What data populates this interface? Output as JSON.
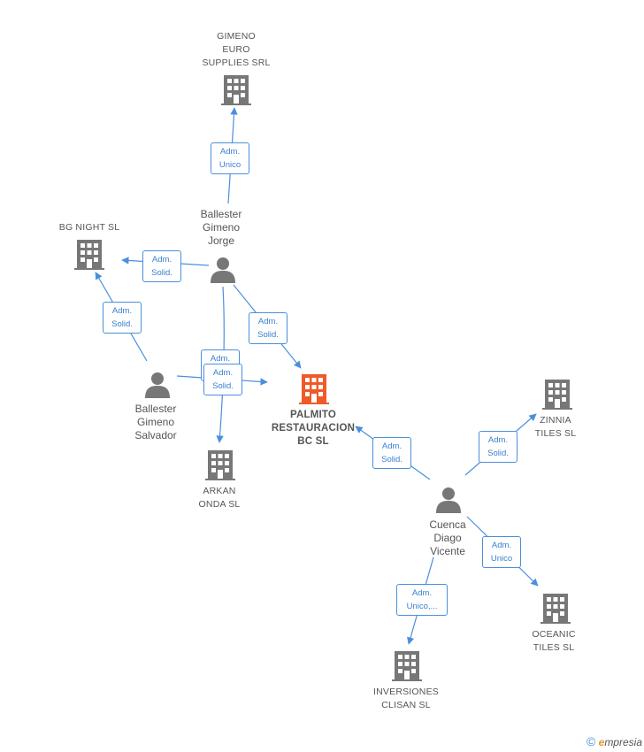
{
  "colors": {
    "edge": "#4a8fdc",
    "node": "#777777",
    "main": "#f05a28"
  },
  "nodes": {
    "gimeno_euro": {
      "label": "GIMENO\nEURO\nSUPPLIES SRL",
      "icon": "building-icon"
    },
    "bg_night": {
      "label": "BG NIGHT  SL",
      "icon": "building-icon"
    },
    "jorge": {
      "label": "Ballester\nGimeno\nJorge",
      "icon": "person-icon"
    },
    "salvador": {
      "label": "Ballester\nGimeno\nSalvador",
      "icon": "person-icon"
    },
    "palmito": {
      "label": "PALMITO\nRESTAURACION\nBC  SL",
      "icon": "building-icon"
    },
    "arkan": {
      "label": "ARKAN\nONDA  SL",
      "icon": "building-icon"
    },
    "zinnia": {
      "label": "ZINNIA\nTILES  SL",
      "icon": "building-icon"
    },
    "vicente": {
      "label": "Cuenca\nDiago\nVicente",
      "icon": "person-icon"
    },
    "oceanic": {
      "label": "OCEANIC\nTILES  SL",
      "icon": "building-icon"
    },
    "inversiones": {
      "label": "INVERSIONES\nCLISAN SL",
      "icon": "building-icon"
    }
  },
  "relations": {
    "jorge_gimeno": "Adm.\nUnico",
    "jorge_bgnight": "Adm.\nSolid.",
    "salvador_bgnight": "Adm.\nSolid.",
    "jorge_palmito": "Adm.\nSolid.",
    "jorge_arkan": "Adm.\nSolid.",
    "salvador_arkan": "Adm.\nSolid.",
    "vicente_palmito": "Adm.\nSolid.",
    "vicente_zinnia": "Adm.\nSolid.",
    "vicente_oceanic": "Adm.\nUnico",
    "vicente_inversiones": "Adm.\nUnico,..."
  },
  "footer": {
    "copyright": "©",
    "brand_e": "e",
    "brand_rest": "mpresia"
  }
}
